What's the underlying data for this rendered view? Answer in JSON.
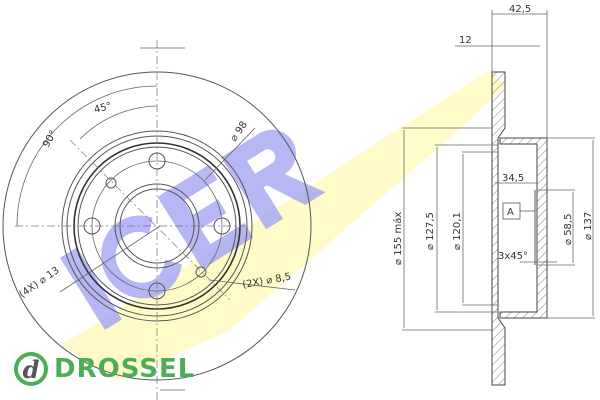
{
  "brand": {
    "name": "DROSSEL",
    "icon_letter": "d",
    "color": "#4cae57"
  },
  "watermark": {
    "text": "ICER",
    "yellow": "#fffbbf",
    "blue": "#9a9cf0"
  },
  "front_view": {
    "angle_90": "90°",
    "angle_45": "45°",
    "bolt_circle": "⌀ 98",
    "bolt_holes": "(4X) ⌀ 13",
    "pin_holes": "(2X) ⌀ 8,5"
  },
  "section_view": {
    "total_height": "42,5",
    "thickness": "12",
    "outer_dia": "⌀ 155 máx",
    "dia_127": "⌀ 127,5",
    "dia_120": "⌀ 120,1",
    "depth": "34,5",
    "datum": "A",
    "chamfer": "3x45°",
    "bore": "⌀ 58,5",
    "hat_dia": "⌀ 137"
  }
}
